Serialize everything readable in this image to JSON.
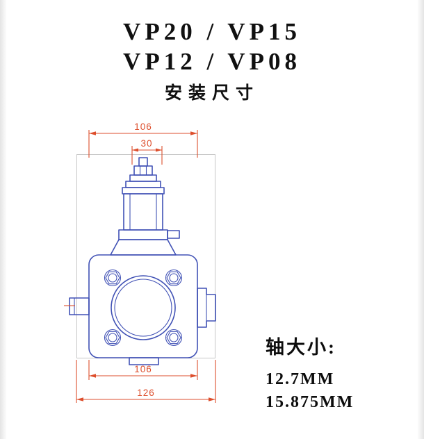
{
  "title": {
    "line1": "VP20 / VP15",
    "line2": "VP12 / VP08",
    "subtitle": "安装尺寸"
  },
  "dimensions": {
    "top_width": "106",
    "adjuster_width": "30",
    "flange_width": "106",
    "overall_width": "126"
  },
  "shaft": {
    "label": "轴大小:",
    "size1": "12.7MM",
    "size2": "15.875MM"
  },
  "colors": {
    "drawing_blue": "#4051b5",
    "dimension_red": "#dd4e2c",
    "reference_gray": "#c6c6c6"
  }
}
